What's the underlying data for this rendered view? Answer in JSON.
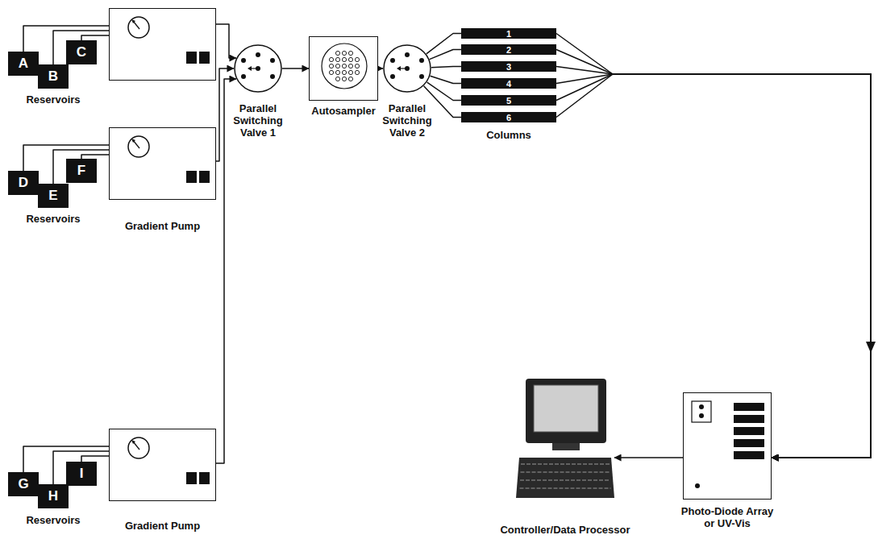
{
  "diagram": {
    "nodes": [
      {
        "text": [
          "A"
        ]
      },
      {
        "text": [
          "B"
        ]
      },
      {
        "text": [
          "C"
        ]
      },
      {
        "text": []
      },
      {
        "text": [
          "Parallel Switching Valve 1"
        ]
      },
      {
        "text": [
          "Autosampler"
        ]
      },
      {
        "text": [
          "Parallel Switching Valve 2"
        ]
      },
      {
        "text": [
          "1"
        ]
      },
      {
        "text": [
          "2"
        ]
      },
      {
        "text": [
          "3"
        ]
      },
      {
        "text": [
          "4"
        ]
      },
      {
        "text": [
          "5"
        ]
      },
      {
        "text": [
          "6"
        ]
      },
      {
        "text": [
          "D"
        ]
      },
      {
        "text": [
          "E"
        ]
      },
      {
        "text": [
          "F"
        ]
      },
      {
        "text": [
          "Gradient Pump"
        ]
      },
      {
        "text": [
          "G"
        ]
      },
      {
        "text": [
          "H"
        ]
      },
      {
        "text": [
          "I"
        ]
      },
      {
        "text": [
          "Gradient Pump"
        ]
      },
      {
        "text": [
          "Controller/Data Processor"
        ]
      },
      {
        "text": [
          "Photo-Diode Array or UV-Vis"
        ]
      }
    ],
    "edges": [
      {
        "from": 0,
        "to": 3,
        "arrow": "none"
      },
      {
        "from": 1,
        "to": 3,
        "arrow": "none"
      },
      {
        "from": 2,
        "to": 3,
        "arrow": "none"
      },
      {
        "from": 13,
        "to": 16,
        "arrow": "none"
      },
      {
        "from": 14,
        "to": 16,
        "arrow": "none"
      },
      {
        "from": 15,
        "to": 16,
        "arrow": "none"
      },
      {
        "from": 17,
        "to": 20,
        "arrow": "none"
      },
      {
        "from": 18,
        "to": 20,
        "arrow": "none"
      },
      {
        "from": 19,
        "to": 20,
        "arrow": "none"
      },
      {
        "from": 3,
        "to": 4,
        "arrow": "to"
      },
      {
        "from": 16,
        "to": 4,
        "arrow": "to"
      },
      {
        "from": 20,
        "to": 4,
        "arrow": "to"
      },
      {
        "from": 4,
        "to": 5,
        "arrow": "to"
      },
      {
        "from": 5,
        "to": 6,
        "arrow": "to"
      },
      {
        "from": 6,
        "to": 7,
        "arrow": "none"
      },
      {
        "from": 6,
        "to": 8,
        "arrow": "none"
      },
      {
        "from": 6,
        "to": 9,
        "arrow": "none"
      },
      {
        "from": 6,
        "to": 10,
        "arrow": "none"
      },
      {
        "from": 6,
        "to": 11,
        "arrow": "none"
      },
      {
        "from": 6,
        "to": 12,
        "arrow": "none"
      },
      {
        "from": 7,
        "to": 22,
        "arrow": "to"
      },
      {
        "from": 8,
        "to": 22,
        "arrow": "to"
      },
      {
        "from": 9,
        "to": 22,
        "arrow": "to"
      },
      {
        "from": 10,
        "to": 22,
        "arrow": "to"
      },
      {
        "from": 11,
        "to": 22,
        "arrow": "to"
      },
      {
        "from": 12,
        "to": 22,
        "arrow": "to"
      },
      {
        "from": 22,
        "to": 21,
        "arrow": "to"
      }
    ],
    "labels": [
      "Reservoirs",
      "Columns",
      "Reservoirs",
      "Reservoirs"
    ]
  }
}
